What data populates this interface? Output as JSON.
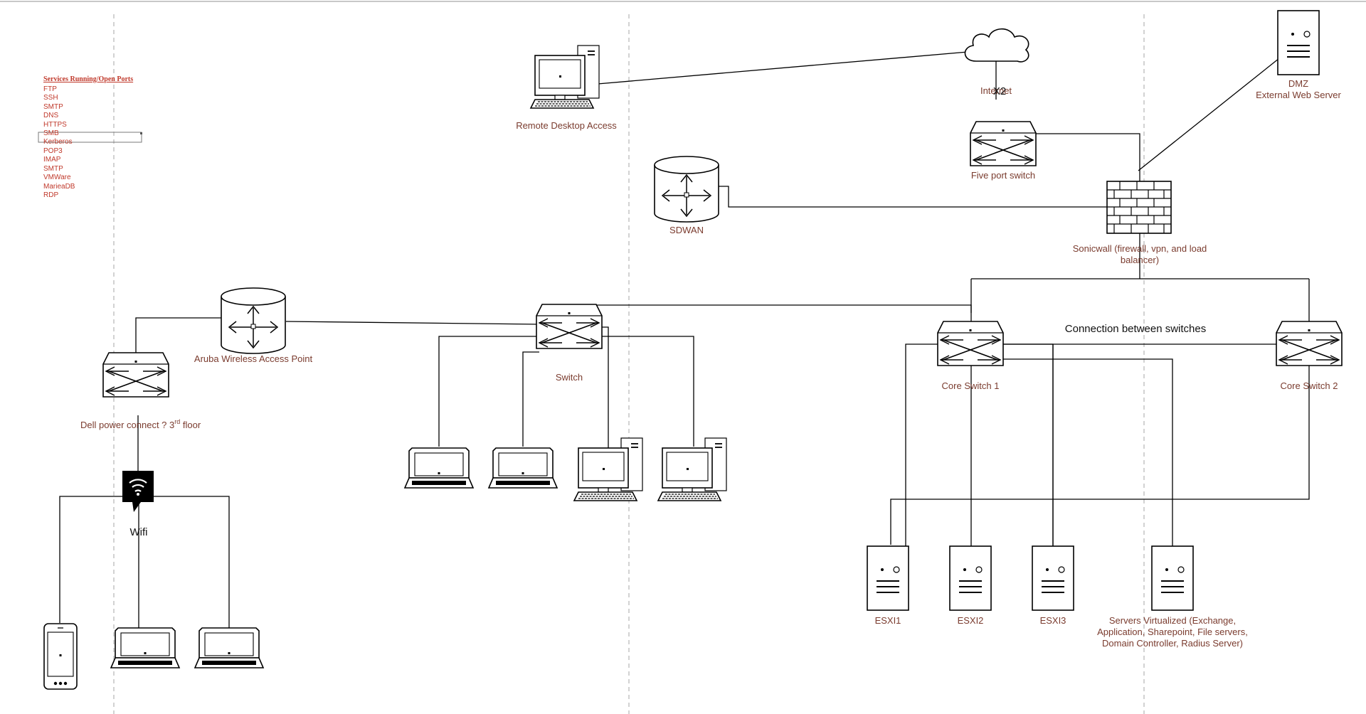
{
  "services": {
    "title": "Services Running/Open Ports",
    "items": [
      "FTP",
      "SSH",
      "SMTP",
      "DNS",
      "HTTPS",
      "SMB",
      "Kerberos",
      "POP3",
      "IMAP",
      "SMTP",
      "VMWare",
      "MarieaDB",
      "RDP"
    ]
  },
  "labels": {
    "remote_desktop": "Remote Desktop Access",
    "internet": "Internet",
    "internet_overlay": "X2",
    "five_port_switch": "Five port switch",
    "dmz_line1": "DMZ",
    "dmz_line2": "External Web Server",
    "sdwan": "SDWAN",
    "sonicwall_line1": "Sonicwall (firewall, vpn, and load",
    "sonicwall_line2": "balancer)",
    "aruba": "Aruba Wireless Access Point",
    "dell": "Dell power connect ? 3",
    "dell_sup": "rd",
    "dell_floor": " floor",
    "switch": "Switch",
    "core1": "Core Switch 1",
    "core2": "Core Switch 2",
    "connection": "Connection between switches",
    "wifi": "Wifi",
    "esxi1": "ESXI1",
    "esxi2": "ESXI2",
    "esxi3": "ESXI3",
    "servers_line1": "Servers Virtualized (Exchange,",
    "servers_line2": "Application, Sharepoint, File servers,",
    "servers_line3": "Domain Controller, Radius Server)"
  },
  "colors": {
    "label": "#7a3b2e",
    "services": "#c0392b",
    "guides": "#b5b5b5"
  }
}
